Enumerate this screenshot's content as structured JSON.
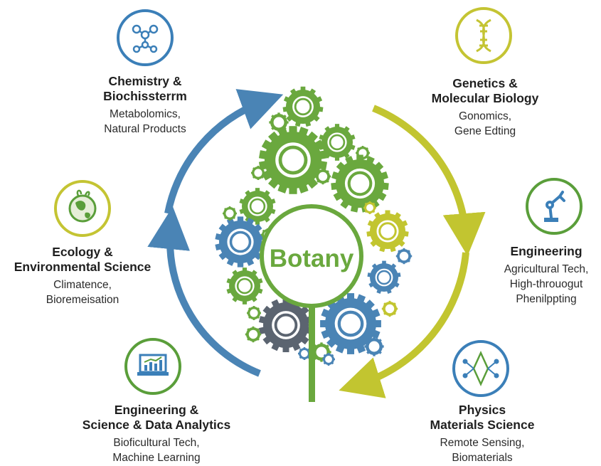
{
  "center": {
    "label": "Botany"
  },
  "fields": [
    {
      "id": "chemistry",
      "icon": "molecule-icon",
      "title": [
        "Chemistry &",
        "Biochissterrm"
      ],
      "subtitle": [
        "Metabolomics,",
        "Natural Products"
      ],
      "ring_color": "#3b7fb8"
    },
    {
      "id": "genetics",
      "icon": "dna-icon",
      "title": [
        "Genetics &",
        "Molecular Biology"
      ],
      "subtitle": [
        "Gonomics,",
        "Gene Edting"
      ],
      "ring_color": "#c4c433"
    },
    {
      "id": "ecology",
      "icon": "globe-plant-icon",
      "title": [
        "Ecology &",
        "Environmental Science"
      ],
      "subtitle": [
        "Climatence,",
        "Bioremeisation"
      ],
      "ring_color": "#c4c433"
    },
    {
      "id": "engineering",
      "icon": "robotic-arm-icon",
      "title": [
        "Engineering"
      ],
      "subtitle": [
        "Agricultural Tech,",
        "High-throuogut",
        "Phenilppting"
      ],
      "ring_color": "#5a9e3a"
    },
    {
      "id": "data-analytics",
      "icon": "laptop-chart-icon",
      "title": [
        "Engineering &",
        "Science & Data Analytics"
      ],
      "subtitle": [
        "Bioficultural Tech,",
        "Machine Learning"
      ],
      "ring_color": "#5a9e3a"
    },
    {
      "id": "physics",
      "icon": "diamond-network-icon",
      "title": [
        "Physics",
        "Materials Science"
      ],
      "subtitle": [
        "Remote Sensing,",
        "Biomaterials"
      ],
      "ring_color": "#3b7fb8"
    }
  ],
  "colors": {
    "blue": "#4a84b5",
    "yellow": "#c2c530",
    "green": "#6aa83e",
    "gray": "#5b6470",
    "text": "#1f1f1f"
  }
}
